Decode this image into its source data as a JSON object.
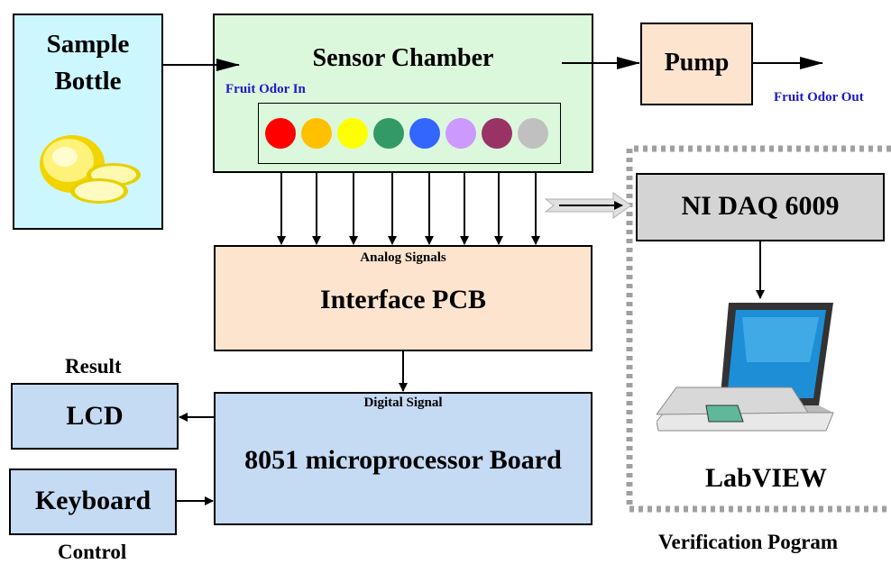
{
  "diagram": {
    "sample_bottle": {
      "label_line1": "Sample",
      "label_line2": "Bottle"
    },
    "sensor_chamber": {
      "title": "Sensor Chamber",
      "inlet_label": "Fruit Odor In"
    },
    "pump": {
      "label": "Pump",
      "outlet_label": "Fruit Odor Out"
    },
    "interface_pcb": {
      "label": "Interface PCB",
      "input_label": "Analog Signals"
    },
    "micro_board": {
      "label": "8051 microprocessor Board",
      "input_label": "Digital Signal"
    },
    "lcd": {
      "label": "LCD",
      "caption": "Result"
    },
    "keyboard": {
      "label": "Keyboard",
      "caption": "Control"
    },
    "daq": {
      "label": "NI DAQ 6009"
    },
    "labview": {
      "label": "LabVIEW"
    },
    "verification": {
      "caption": "Verification Pogram"
    },
    "sensor_colors": [
      "#ff0000",
      "#ffc000",
      "#ffff00",
      "#339966",
      "#3366ff",
      "#cc99ff",
      "#993366",
      "#c0c0c0"
    ]
  }
}
